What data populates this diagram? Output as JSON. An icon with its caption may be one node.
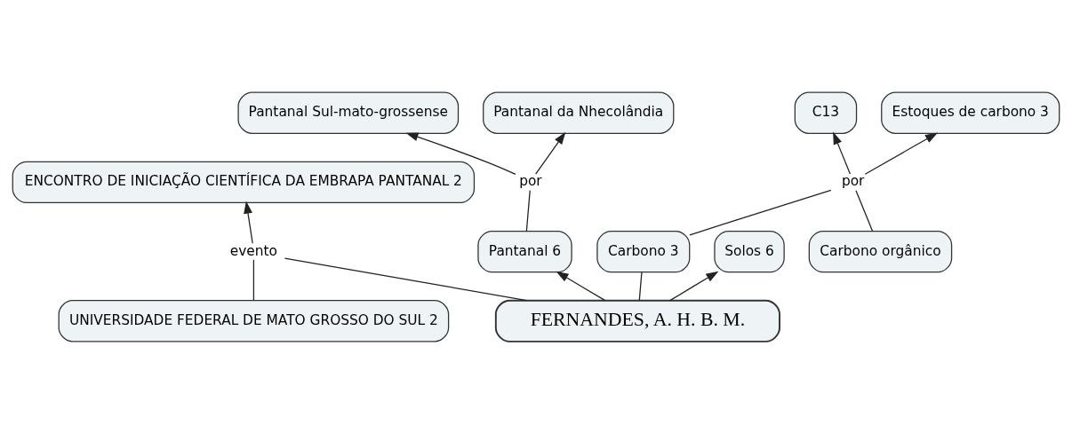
{
  "diagram": {
    "nodes": [
      {
        "text": [
          "Pantanal Sul-mato-grossense"
        ]
      },
      {
        "text": [
          "Pantanal da Nhecolândia"
        ]
      },
      {
        "text": [
          "por"
        ]
      },
      {
        "text": [
          "Pantanal 6"
        ]
      },
      {
        "text": [
          "ENCONTRO DE INICIAÇÃO CIENTÍFICA DA EMBRAPA PANTANAL 2"
        ]
      },
      {
        "text": [
          "FERNANDES, A. H. B. M."
        ]
      },
      {
        "text": [
          "evento"
        ]
      },
      {
        "text": [
          "Solos 6"
        ]
      },
      {
        "text": [
          "UNIVERSIDADE FEDERAL DE MATO GROSSO DO SUL 2"
        ]
      },
      {
        "text": [
          "Carbono 3"
        ]
      },
      {
        "text": [
          "por"
        ]
      },
      {
        "text": [
          "C13"
        ]
      },
      {
        "text": [
          "Estoques de carbono 3"
        ]
      },
      {
        "text": [
          "Carbono orgânico"
        ]
      }
    ],
    "edges": [
      {
        "from": 5,
        "to": 3,
        "arrow": "to"
      },
      {
        "from": 3,
        "to": 2,
        "arrow": "none"
      },
      {
        "from": 2,
        "to": 0,
        "arrow": "to"
      },
      {
        "from": 2,
        "to": 1,
        "arrow": "to"
      },
      {
        "from": 5,
        "to": 6,
        "arrow": "none"
      },
      {
        "from": 6,
        "to": 4,
        "arrow": "to"
      },
      {
        "from": 8,
        "to": 6,
        "arrow": "none"
      },
      {
        "from": 5,
        "to": 7,
        "arrow": "to"
      },
      {
        "from": 5,
        "to": 9,
        "arrow": "none"
      },
      {
        "from": 9,
        "to": 10,
        "arrow": "none"
      },
      {
        "from": 10,
        "to": 12,
        "arrow": "to"
      },
      {
        "from": 10,
        "to": 11,
        "arrow": "to"
      },
      {
        "from": 13,
        "to": 10,
        "arrow": "none"
      }
    ]
  }
}
